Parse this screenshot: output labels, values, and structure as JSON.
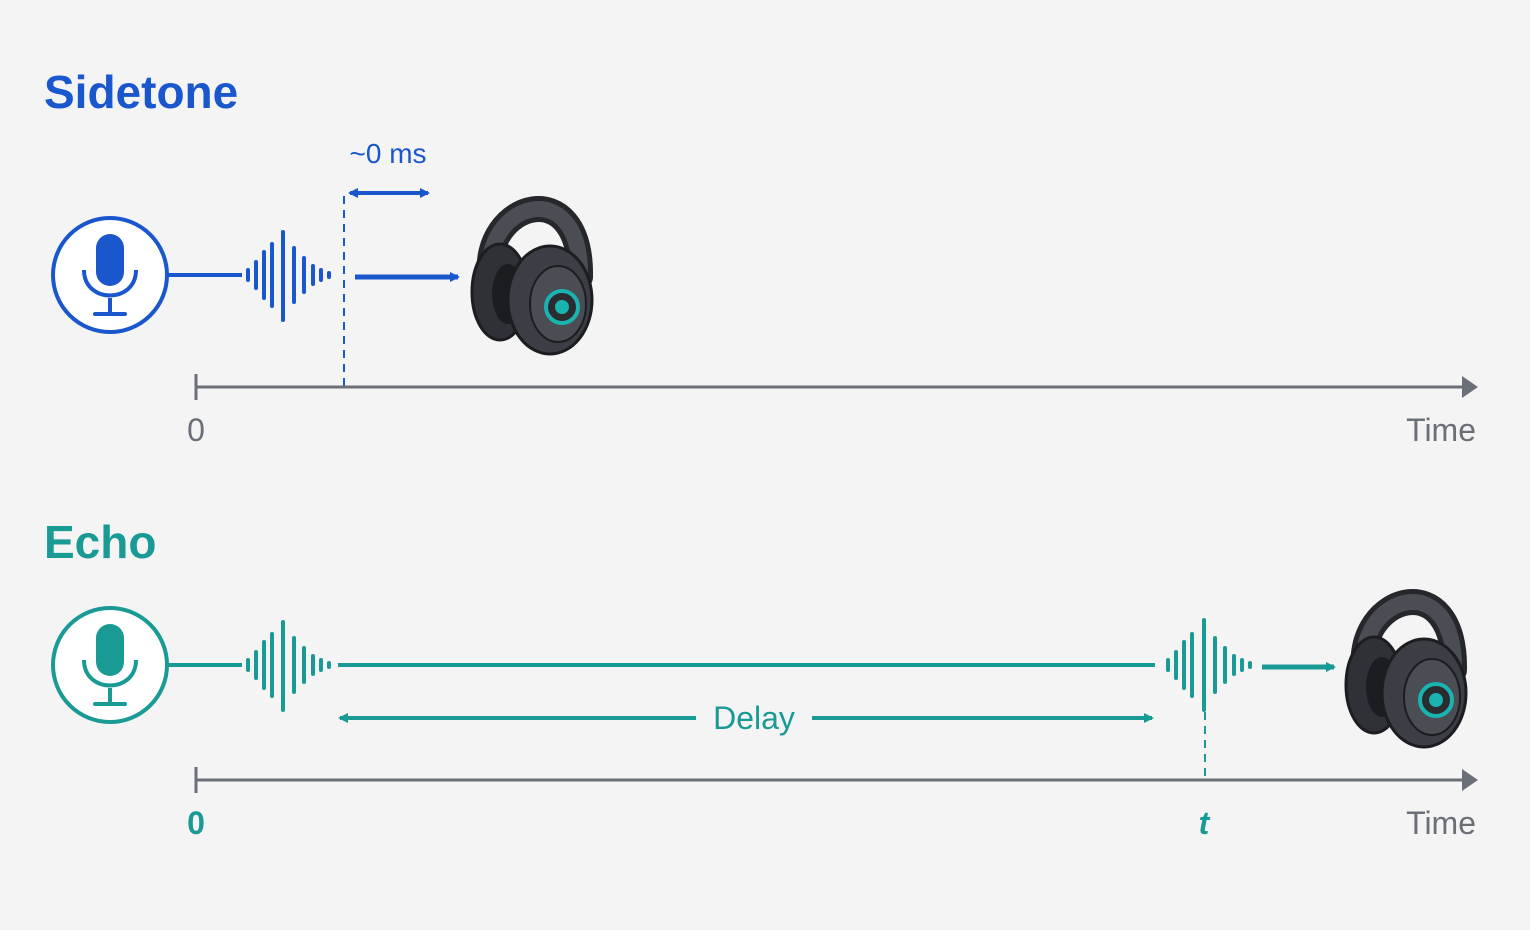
{
  "colors": {
    "sidetone": "#1a56cc",
    "echo": "#1a9a94",
    "axis": "#6b6f78",
    "headphone_body": "#3b3e44",
    "headphone_dark": "#25272b",
    "headphone_accent": "#1ab3b0"
  },
  "sidetone": {
    "title": "Sidetone",
    "latency_label": "~0 ms",
    "origin_label": "0",
    "axis_label": "Time",
    "mic_icon": "microphone-icon",
    "output_icon": "headphones-icon"
  },
  "echo": {
    "title": "Echo",
    "delay_label": "Delay",
    "origin_label": "0",
    "t_label": "t",
    "axis_label": "Time",
    "mic_icon": "microphone-icon",
    "output_icon": "headphones-icon"
  }
}
